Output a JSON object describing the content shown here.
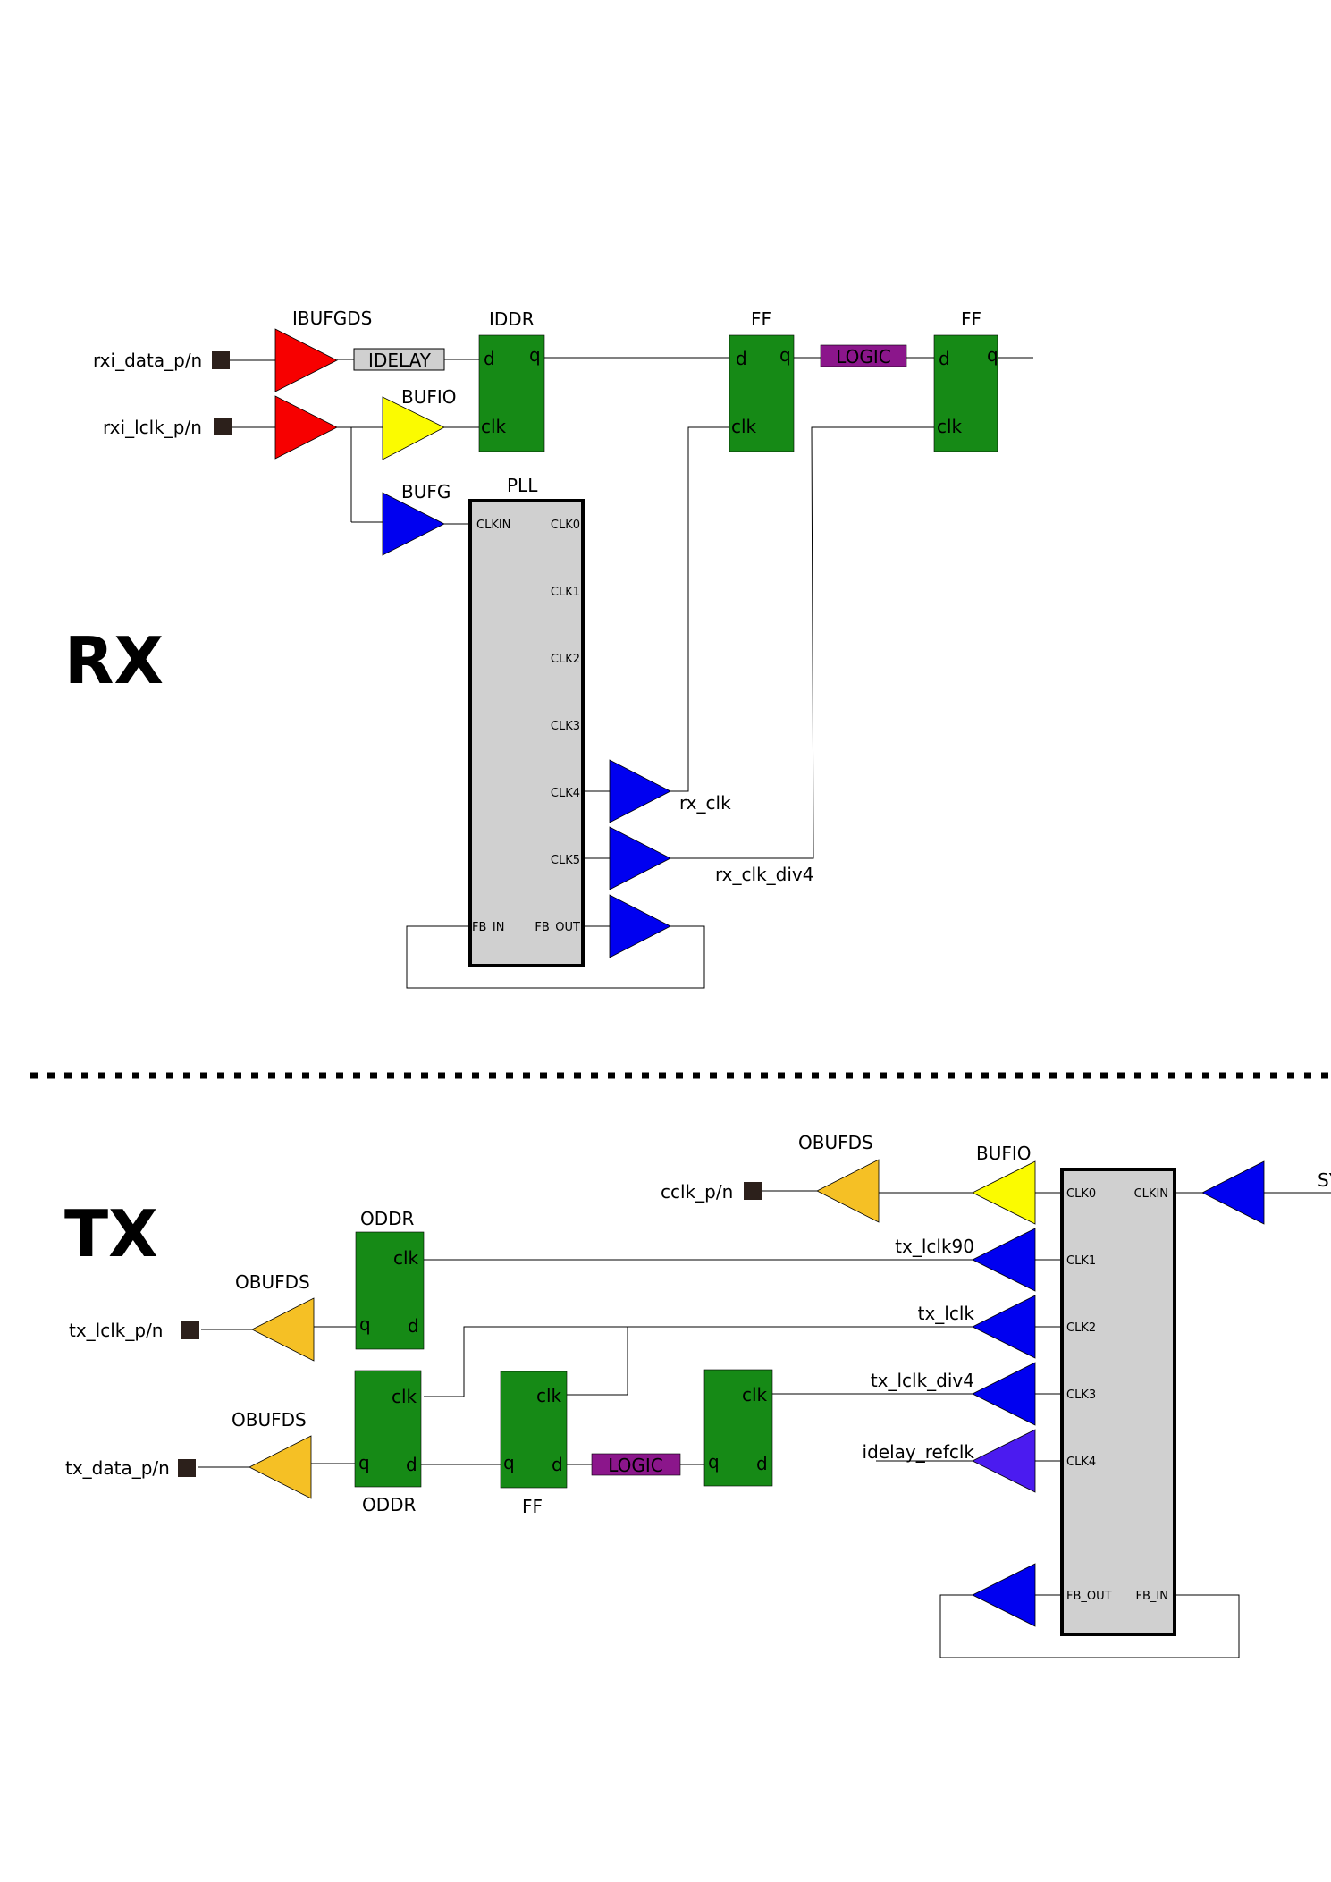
{
  "sections": {
    "rx": "RX",
    "tx": "TX"
  },
  "colors": {
    "ibufgds": "#f70000",
    "bufio": "#fbfb00",
    "bufg": "#0000f0",
    "obufds": "#f5c025",
    "refclk_buf": "#4b1bf0",
    "flipflop": "#168a16",
    "pll": "#d0d0d0",
    "idelay": "#d0d0d0",
    "logic": "#8b168b",
    "pad": "#2c201b"
  },
  "rx": {
    "ports": {
      "data": "rxi_data_p/n",
      "lclk": "rxi_lclk_p/n"
    },
    "blocks": {
      "ibufgds": "IBUFGDS",
      "idelay": "IDELAY",
      "bufio": "BUFIO",
      "bufg": "BUFG",
      "iddr": "IDDR",
      "pll": "PLL",
      "ff1": "FF",
      "logic": "LOGIC",
      "ff2": "FF"
    },
    "iddr_pins": {
      "d": "d",
      "q": "q",
      "clk": "clk"
    },
    "ff1_pins": {
      "d": "d",
      "q": "q",
      "clk": "clk"
    },
    "ff2_pins": {
      "d": "d",
      "q": "q",
      "clk": "clk"
    },
    "pll_pins": {
      "clkin": "CLKIN",
      "clk0": "CLK0",
      "clk1": "CLK1",
      "clk2": "CLK2",
      "clk3": "CLK3",
      "clk4": "CLK4",
      "clk5": "CLK5",
      "fb_in": "FB_IN",
      "fb_out": "FB_OUT"
    },
    "nets": {
      "rx_clk": "rx_clk",
      "rx_clk_div4": "rx_clk_div4"
    }
  },
  "tx": {
    "ports": {
      "cclk": "cclk_p/n",
      "lclk": "tx_lclk_p/n",
      "data": "tx_data_p/n"
    },
    "blocks": {
      "obufds_cclk": "OBUFDS",
      "bufio": "BUFIO",
      "oddr_top": "ODDR",
      "obufds_lclk": "OBUFDS",
      "obufds_data": "OBUFDS",
      "oddr_bottom": "ODDR",
      "ff": "FF",
      "logic": "LOGIC"
    },
    "oddr_top_pins": {
      "clk": "clk",
      "q": "q",
      "d": "d"
    },
    "oddr_bottom_pins": {
      "clk": "clk",
      "q": "q",
      "d": "d"
    },
    "ff_pins": {
      "clk": "clk",
      "q": "q",
      "d": "d"
    },
    "ff2_pins": {
      "clk": "clk",
      "q": "q",
      "d": "d"
    },
    "pll_pins": {
      "clk0": "CLK0",
      "clkin": "CLKIN",
      "clk1": "CLK1",
      "clk2": "CLK2",
      "clk3": "CLK3",
      "clk4": "CLK4",
      "fb_out": "FB_OUT",
      "fb_in": "FB_IN"
    },
    "nets": {
      "tx_lclk90": "tx_lclk90",
      "tx_lclk": "tx_lclk",
      "tx_lclk_div4": "tx_lclk_div4",
      "idelay_refclk": "idelay_refclk",
      "sys_clk_truncated": "SY"
    }
  }
}
